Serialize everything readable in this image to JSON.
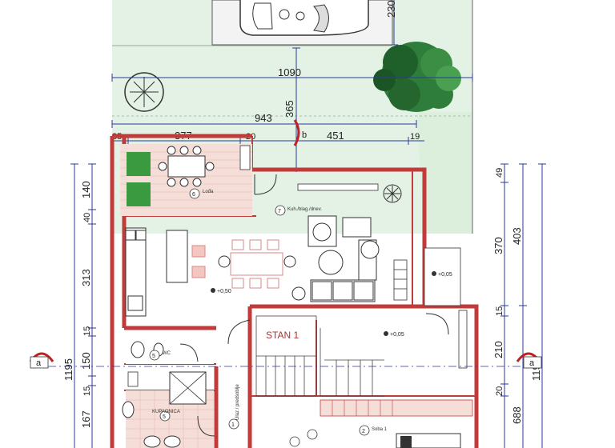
{
  "dimensions": {
    "top_1090": "1090",
    "top_943": "943",
    "top_377": "377",
    "top_451": "451",
    "top_35": "35",
    "top_20": "20",
    "top_19": "19",
    "v_230": "230",
    "v_365": "365",
    "left_140": "140",
    "left_40": "40",
    "left_313": "313",
    "left_15a": "15",
    "left_150": "150",
    "left_15b": "15",
    "left_167": "167",
    "left_1195": "1195",
    "right_49": "49",
    "right_370": "370",
    "right_403": "403",
    "right_15": "15",
    "right_210": "210",
    "right_20": "20",
    "right_688": "688",
    "right_1195": "1195"
  },
  "rooms": {
    "lodja": "Lođa",
    "kitchen_dining_living": "Kuh./blag./dnev.",
    "wc": "WC",
    "kupaonica": "KUPAONICA",
    "hall": "Ulaz / predsoblje",
    "soba1": "Soba 1",
    "stan1": "STAN 1"
  },
  "room_numbers": {
    "lodja": "6",
    "living": "7",
    "wc": "5",
    "kupaonica": "5",
    "hall": "1",
    "soba1": "2"
  },
  "levels": {
    "l1": "+0,50",
    "l2": "+0,05",
    "l3": "+0,05"
  },
  "section_marks": {
    "a_left": "a",
    "a_right": "a",
    "b_top": "b"
  }
}
